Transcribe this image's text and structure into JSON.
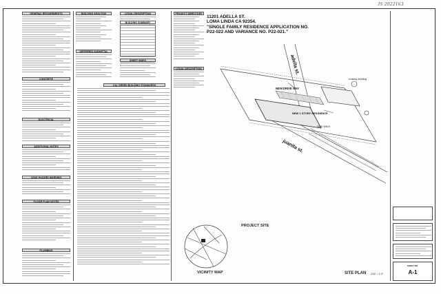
{
  "annotation": {
    "handwritten_code": "JS 2022163"
  },
  "project": {
    "address_line1": "11201 ADELLA ST.",
    "address_line2": "LOMA LINDA CA 92354.",
    "description_line1": "\"SINGLE FAMILY RESIDENCE APPLICATION NO.",
    "description_line2": "P22-022 AND VARIANCE NO. P22-021.\""
  },
  "sections": {
    "general_requirements": "GENERAL REQUIREMENTS",
    "building_analysis": "BUILDING ANALYSIS",
    "legal_description": "LEGAL DESCRIPTION",
    "project_directory": "PROJECT DIRECTORY",
    "building_summary": "BUILDING SUMMARY",
    "sheet_index": "SHEET INDEX",
    "deferred_submittal": "DEFERRED SUBMITTAL",
    "green_building": "CAL GREEN BUILDING STANDARDS",
    "concrete": "CONCRETE",
    "electrical": "ELECTRICAL",
    "additional_notes": "ADDITIONAL NOTES",
    "lead_hazard": "LEAD HAZARD WARNING",
    "floor_plan_notes": "FLOOR PLAN NOTES",
    "plumbing": "PLUMBING",
    "legal_description_2": "LEGAL DESCRIPTION"
  },
  "site_plan": {
    "street_label": "adella st.",
    "street_label_2": "juanita st.",
    "new_drive_way": "NEW DRIVE WAY",
    "new_house": "NEW 1 STORY RESIDENCE",
    "existing_dwelling": "existing dwelling",
    "side_walk": "SIDE WALK",
    "title": "SITE PLAN",
    "scale": "1/16\" = 1'-0\""
  },
  "vicinity": {
    "project_site": "PROJECT SITE",
    "title": "VICINITY MAP"
  },
  "title_block": {
    "sheet_label": "SHEET NO.",
    "sheet_number": "A-1"
  }
}
